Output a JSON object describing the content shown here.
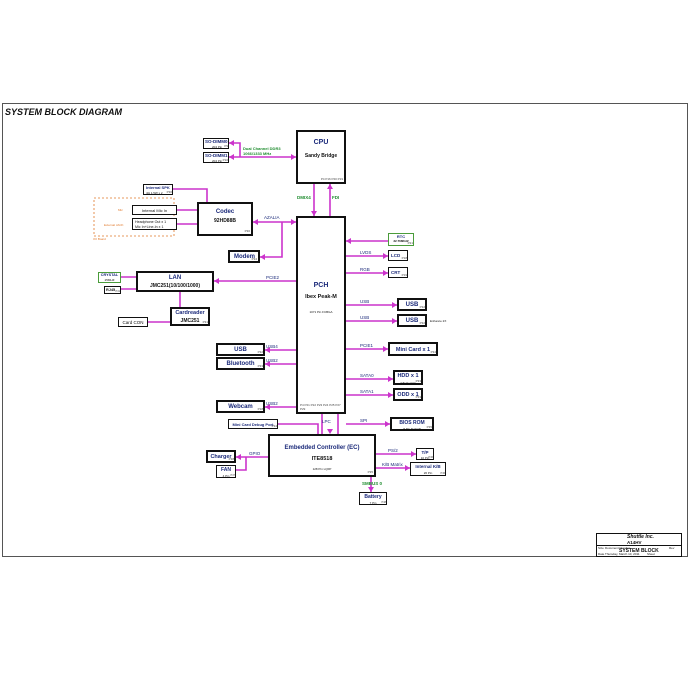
{
  "page_title": "SYSTEM BLOCK DIAGRAM",
  "cpu": {
    "label": "CPU",
    "name": "Sandy Bridge",
    "pin": "P4 P16 P20 P19"
  },
  "pch": {
    "label": "PCH",
    "name": "Ibex Peak-M",
    "sub": "1071 Pin FCBGA",
    "pin": "P4 P21 P22 P23 P24 P25 P27 P29"
  },
  "sodimm": [
    {
      "label": "SO-DIMM0",
      "sub": "204 Pin",
      "pin": "P9"
    },
    {
      "label": "SO-DIMM1",
      "sub": "204 Pin",
      "pin": "P10"
    }
  ],
  "ddr": {
    "line1": "Dual Channel DDR3",
    "line2": "1066/1333 MHz"
  },
  "bus": {
    "dmi": "DMIX4",
    "fdi": "FDI",
    "azalia": "AZALIA",
    "pcie2": "PCIE2",
    "lpc": "LPC",
    "smbus": "SMBUS 0",
    "gpio": "GPIO",
    "ps2": "PS/2",
    "kb_matrix": "K/B Matrix"
  },
  "codec": {
    "label": "Codec",
    "name": "92HD88B",
    "pin": "P30",
    "mic_label": "Internal Mic In",
    "hp_line1": "Headphone Out x 1",
    "hp_line2": "Mic In+Line-In x 1",
    "side_mic": "MIc",
    "side_jack": "External JACK",
    "side_board": "I/O Board"
  },
  "spk": {
    "label": "Internal SPK",
    "sub": "4Ω 1.5W x 2",
    "pin": "P30"
  },
  "modem": {
    "label": "Modem",
    "pin": "P34"
  },
  "lan": {
    "label": "LAN",
    "name": "JMC251(10/100/1000)",
    "crystal": "CRYSTAL",
    "crystal_sub": "25MHZ",
    "rj45": "RJ45",
    "rj45_pin": "P31"
  },
  "cardreader": {
    "label": "Cardreader",
    "name": "JMC251",
    "con": "Card CON",
    "pin": "P31"
  },
  "rtc": {
    "label": "RTC",
    "sub": "32.768KHZ",
    "pin": "P21"
  },
  "right_links": [
    {
      "sig": "LVDS",
      "label": "LCD",
      "pin": "P18"
    },
    {
      "sig": "RGB",
      "label": "CRT",
      "pin": "P19"
    },
    {
      "sig": "USB",
      "label": "USB",
      "pin": "P32"
    },
    {
      "sig": "USB",
      "label": "USB",
      "pin": "P32",
      "note": "Enhance 2X"
    },
    {
      "sig": "PCIE1",
      "label": "Mini Card x 1",
      "pin": "P34"
    },
    {
      "sig": "SATA0",
      "label": "HDD x 1",
      "sub": "2.5\" SerialA",
      "pin": "P33"
    },
    {
      "sig": "SATA1",
      "label": "ODD x 1",
      "pin": "P33"
    }
  ],
  "left_links": [
    {
      "sig": "USB4",
      "label": "USB",
      "pin": "P32"
    },
    {
      "sig": "USB2",
      "label": "Bluetooth",
      "pin": "P33"
    },
    {
      "sig": "USB2",
      "label": "Webcam",
      "pin": "P18"
    }
  ],
  "debug": {
    "label": "Mini Card Debug Port",
    "pin": "P34"
  },
  "spi": {
    "sig": "SPI",
    "label": "BIOS ROM",
    "sub": "8 Pin M-SOP",
    "pin": "P35"
  },
  "ec": {
    "label": "Embedded Controller (EC)",
    "name": "ITE8518",
    "sub": "128 Pin LQFP",
    "pin": "P35"
  },
  "charger": {
    "label": "Charger",
    "pin": "P38"
  },
  "fan": {
    "label": "FAN",
    "sub": "4 Pin",
    "pin": "P37"
  },
  "tp": {
    "label": "T/P",
    "sub": "10 Pin",
    "pin": "P36"
  },
  "kb": {
    "label": "Internal K/B",
    "sub": "26 Pin",
    "pin": "P36"
  },
  "battery": {
    "label": "Battery",
    "sub": "7 Pin",
    "pin": "P38"
  },
  "title_block": {
    "company": "Shuttle Inc.",
    "model": "A14HV",
    "doc_label": "Document Number",
    "doc_title": "SYSTEM BLOCK",
    "size_label": "Size",
    "rev_label": "Rev",
    "date_label": "Date",
    "date_value": "Thursday, March 10, 2011",
    "sheet_label": "Sheet"
  },
  "colors": {
    "wire": "#cc33cc",
    "box_border": "#111111",
    "title_navy": "#1b2a7a",
    "bus_green": "#1e8c2e",
    "note_orange": "#e0782a"
  }
}
